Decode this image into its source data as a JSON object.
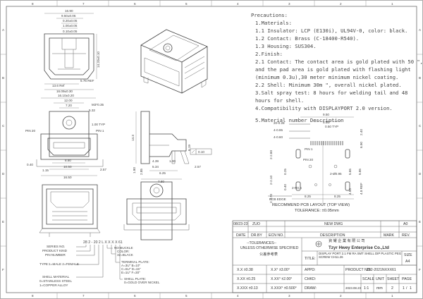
{
  "frame": {
    "cols_top": [
      "8",
      "7",
      "6",
      "5",
      "4",
      "3",
      "2",
      "1"
    ],
    "cols_bottom": [
      "8",
      "7",
      "6",
      "5",
      "4",
      "3",
      "2",
      "1"
    ],
    "rows_left": [
      "A",
      "B",
      "C",
      "D",
      "E",
      "F"
    ],
    "rows_right": [
      "A",
      "B",
      "C",
      "D",
      "E",
      "F"
    ]
  },
  "precautions": {
    "title": "Precautions:",
    "lines": [
      "1.Materials:",
      "   1.1 Insulator: LCP (E130i), UL94V-0, color: black.",
      "   1.2 Contact: Brass (C-18400-R540).",
      "   1.3 Housing: SUS304.",
      "2.Finish:",
      "   2.1 Contact: The contact area is gold plated with 50 \",",
      "   and the pad area is gold plated with flashing light",
      "   (minimum 0.3u),30 meter minimum nickel coating.",
      "   2.2 Shell: Minimum 30m \", overall nickel plated.",
      "3.Salt spray test: 8 hours for welding tail and 48",
      "   hours for shell.",
      "4.Compatibility with DISPLAYPORT 2.0 version.",
      "",
      "5.Material number Description"
    ]
  },
  "top_view": {
    "dims": [
      "16.90",
      "9.50±0.05",
      "0.20±0.05",
      "1.00±0.05",
      "0.10±0.05",
      "5.76 REF",
      "13.6 Ref",
      "16.09±0.30",
      "14.20±0.10"
    ]
  },
  "front_view": {
    "dims": [
      "16.10±0.20",
      "12.00",
      "7.20",
      "5.32",
      "1.00 TYP",
      "8.80",
      "10.50",
      "16.50",
      "0.40",
      "1.15",
      "2.57"
    ],
    "labels": [
      "PIN 20",
      "PIN 1",
      "M3*0.35"
    ]
  },
  "side_view": {
    "dims": [
      "14.3",
      "6.19",
      "4.39",
      "5.34",
      "6.25",
      "1.80",
      "2.85",
      "1.00",
      "7.80",
      "2.57"
    ],
    "flatness": "0.10"
  },
  "pcb_layout": {
    "dims_top": [
      "9.50",
      "5.50",
      "20-0.28",
      "0.50 TYP",
      "4-0.95",
      "4-0.60"
    ],
    "dims_side": [
      "2-2.80",
      "6.90",
      "2.40",
      "5.65",
      "5.85",
      "2-2.10",
      "2-3.70",
      "4.8 REF",
      "0.25",
      "0.40",
      "4.50",
      "2-R0.6",
      "2-Ø0.95"
    ],
    "dims_bottom": [
      "8.25",
      "8.25"
    ],
    "labels": [
      "PIN 1",
      "PIN 20",
      "PCB EDGE"
    ],
    "caption": "RECOMMEND PCB LAYOUT (TOP VIEW)",
    "tolerance": "TOLERANCE: ±0.05mm"
  },
  "part_number": {
    "code": "28 2 - 20 2 L X X X X 61",
    "labels": [
      "SERIES NO.",
      "PRODUCT KIND",
      "PIN NUMBER",
      "TYPE:1=MALE  2=FEMALE",
      "SHELL MATERIAL",
      "0=STAINLESS STEEL",
      "1=COPPER ALLOY",
      "NO BUCKLE",
      "COLOR:",
      "32=BLACK",
      "TERMINAL PLATE:",
      "A=3U\"  B=10\"",
      "C=5U\"  D=15\"",
      "E=1U\"  F=30\"",
      "SHELL PLATE:",
      "0=GOLD OVER NICKEL"
    ]
  },
  "revision": {
    "rows": [
      {
        "date": "08/23-23",
        "dr": "ZUO",
        "description": "NEW DWG",
        "rev": "A0"
      }
    ],
    "headers": {
      "date": "DATE",
      "dr": "DR.BY",
      "eco": "ECN NO.",
      "description": "DESCRIPTION",
      "mark": "MARK",
      "rev": "REV."
    }
  },
  "title_block": {
    "tolerances_title": "--TOLERANCES--",
    "tolerances_sub": "UNLESS OTHERWISE SPECIFIED",
    "tolerances_cn": "公差參考表",
    "tol_rows": [
      [
        "X.X  ±0.38",
        "X.X°  ±3.00°"
      ],
      [
        "X.XX  ±0.25",
        "X.XX°  ±2.00°"
      ],
      [
        "X.XXX  ±0.13",
        "X.XXX°  ±0.500°"
      ]
    ],
    "company_cn": "資 耀 企 業 有 限 公 司",
    "company_en": "Tzyr Hwey Enterprise Co.,Ltd",
    "title_label": "TITLE:",
    "title_text": "DISPLAY PORT 2.1 FM RA SMT SHELL DIP PLASTIC PEG SCREW CH11.26",
    "product_no_label": "PRODUCT NO:",
    "product_no": "282-2021NXXX61",
    "appd_label": "APPD:",
    "chkd_label": "CHKD:",
    "draw_label": "DRAW:",
    "draw_date": "2023.08.23",
    "scale": "1:1",
    "unit": "mm",
    "sheet": "2",
    "page": "1",
    "page_of": "1",
    "size_label": "SIZE",
    "size": "A4",
    "scale_label": "SCALE",
    "unit_label": "UNIT",
    "sheet_label": "SHEET",
    "page_label": "PAGE"
  }
}
